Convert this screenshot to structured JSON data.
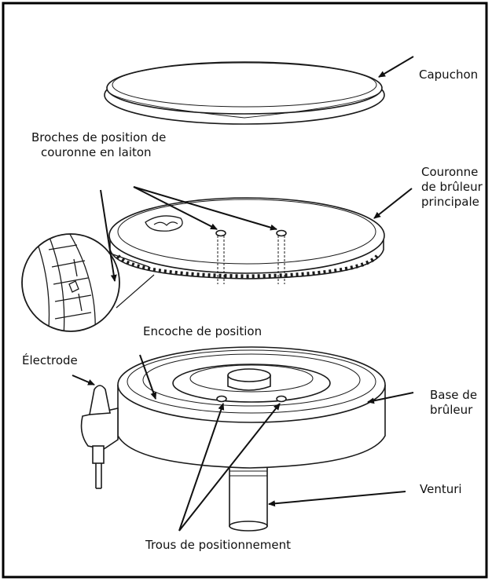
{
  "labels": {
    "cap": "Capuchon",
    "pins_line1": "Broches de position de",
    "pins_line2": "couronne en laiton",
    "crown_line1": "Couronne",
    "crown_line2": "de brûleur",
    "crown_line3": "principale",
    "notch": "Encoche de position",
    "electrode": "Électrode",
    "base_line1": "Base de",
    "base_line2": "brûleur",
    "venturi": "Venturi",
    "holes": "Trous de positionnement"
  },
  "colors": {
    "line": "#1a1a1a",
    "background": "#ffffff",
    "frame": "#000000"
  }
}
